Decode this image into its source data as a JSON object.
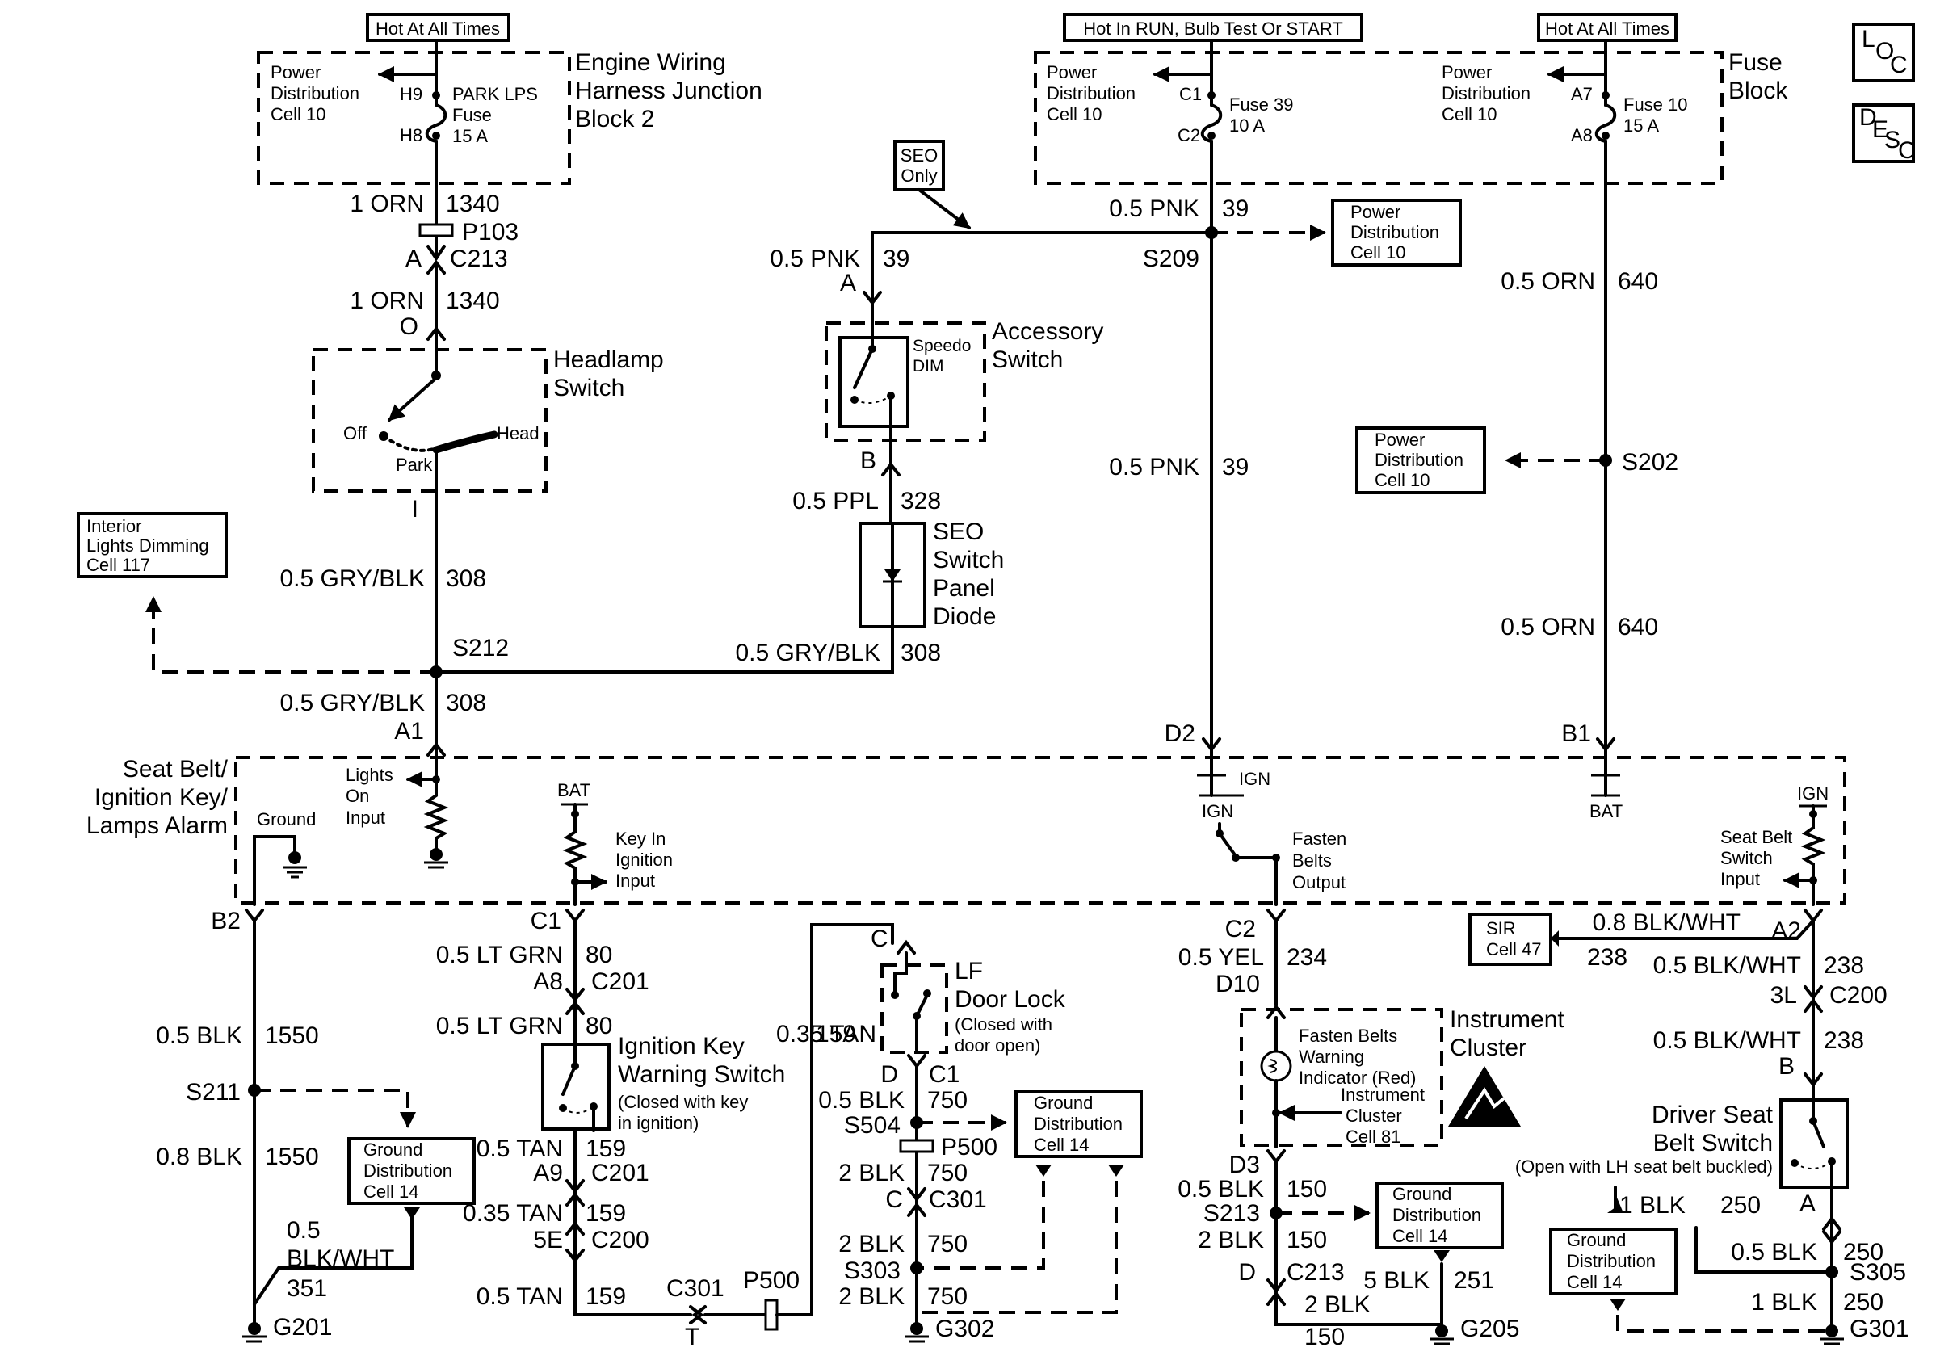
{
  "supply": {
    "hot1": "Hot At All Times",
    "hot2": "Hot In RUN, Bulb Test Or START",
    "hot3": "Hot At All Times"
  },
  "icons": {
    "loc": [
      "L",
      "O",
      "C"
    ],
    "desc": [
      "D",
      "E",
      "S",
      "C"
    ]
  },
  "blocks": {
    "ewhjb": [
      "Engine Wiring",
      "Harness Junction",
      "Block 2"
    ],
    "fuse_block": [
      "Fuse",
      "Block"
    ],
    "headlamp": [
      "Headlamp",
      "Switch"
    ],
    "accessory": [
      "Accessory",
      "Switch"
    ],
    "seo_diode": [
      "SEO",
      "Switch",
      "Panel",
      "Diode"
    ],
    "alarm": [
      "Seat Belt/",
      "Ignition Key/",
      "Lamps Alarm"
    ],
    "door_lock": [
      "LF",
      "Door Lock"
    ],
    "door_lock_note": [
      "(Closed with",
      "door open)"
    ],
    "ign_key_sw": [
      "Ignition Key",
      "Warning Switch"
    ],
    "ign_key_note": [
      "(Closed with key",
      "in ignition)"
    ],
    "cluster": [
      "Instrument",
      "Cluster"
    ],
    "driver_seat": [
      "Driver Seat",
      "Belt Switch"
    ],
    "driver_seat_note": "(Open with LH seat belt buckled)"
  },
  "refs": {
    "pdc_a": [
      "Power",
      "Distribution",
      "Cell 10"
    ],
    "pdc_b": [
      "Power",
      "Distribution",
      "Cell 10"
    ],
    "pdc_c": [
      "Power",
      "Distribution",
      "Cell 10"
    ],
    "pdc_d": [
      "Power",
      "Distribution",
      "Cell 10"
    ],
    "pdc_e": [
      "Power",
      "Distribution",
      "Cell 10"
    ],
    "interior": [
      "Interior",
      "Lights Dimming",
      "Cell 117"
    ],
    "sir": [
      "SIR",
      "Cell 47"
    ],
    "gd_a": [
      "Ground",
      "Distribution",
      "Cell 14"
    ],
    "gd_b": [
      "Ground",
      "Distribution",
      "Cell 14"
    ],
    "gd_c": [
      "Ground",
      "Distribution",
      "Cell 14"
    ],
    "gd_d": [
      "Ground",
      "Distribution",
      "Cell 14"
    ],
    "seo_only": [
      "SEO",
      "Only"
    ]
  },
  "fuses": {
    "f1_pins": [
      "H9",
      "H8"
    ],
    "f1_label": [
      "PARK LPS",
      "Fuse",
      "15 A"
    ],
    "f2_pins": [
      "C1",
      "C2"
    ],
    "f2_label": [
      "Fuse 39",
      "10 A"
    ],
    "f3_pins": [
      "A7",
      "A8"
    ],
    "f3_label": [
      "Fuse 10",
      "15 A"
    ]
  },
  "labels": {
    "speedo": [
      "Speedo",
      "DIM"
    ],
    "hl_off": "Off",
    "hl_head": "Head",
    "hl_park": "Park",
    "lights_on": [
      "Lights",
      "On",
      "Input"
    ],
    "ground": "Ground",
    "bat": "BAT",
    "key_in": [
      "Key In",
      "Ignition",
      "Input"
    ],
    "ign": "IGN",
    "fasten_out": [
      "Fasten",
      "Belts",
      "Output"
    ],
    "seat_in": [
      "Seat Belt",
      "Switch",
      "Input"
    ],
    "fasten_ind": [
      "Fasten Belts",
      "Warning",
      "Indicator (Red)"
    ],
    "ic81": [
      "Instrument",
      "Cluster",
      "Cell 81"
    ]
  },
  "wires": {
    "orn1340a": [
      "1 ORN",
      "1340"
    ],
    "p103": "P103",
    "c213a": [
      "A",
      "C213"
    ],
    "orn1340b": [
      "1 ORN",
      "1340"
    ],
    "hs_o": "O",
    "hs_i": "I",
    "gb308a": [
      "0.5 GRY/BLK",
      "308"
    ],
    "s212": "S212",
    "gb308b": [
      "0.5 GRY/BLK",
      "308"
    ],
    "gb308c": [
      "0.5 GRY/BLK",
      "308"
    ],
    "a1": "A1",
    "pnk39a": [
      "0.5 PNK",
      "39"
    ],
    "acc_a": "A",
    "acc_b": "B",
    "ppl328": [
      "0.5 PPL",
      "328"
    ],
    "pnk39b": [
      "0.5 PNK",
      "39"
    ],
    "s209": "S209",
    "pnk39c": [
      "0.5 PNK",
      "39"
    ],
    "d2": "D2",
    "orn640a": [
      "0.5 ORN",
      "640"
    ],
    "s202": "S202",
    "orn640b": [
      "0.5 ORN",
      "640"
    ],
    "b1": "B1",
    "b2": "B2",
    "blk1550a": [
      "0.5 BLK",
      "1550"
    ],
    "s211": "S211",
    "blk1550b": [
      "0.8 BLK",
      "1550"
    ],
    "bw351": [
      "0.5",
      "BLK/WHT",
      "351"
    ],
    "g201": "G201",
    "c1": "C1",
    "lg80a": [
      "0.5 LT GRN",
      "80"
    ],
    "a8c201": [
      "A8",
      "C201"
    ],
    "lg80b": [
      "0.5 LT GRN",
      "80"
    ],
    "tan159a": [
      "0.5 TAN",
      "159"
    ],
    "a9c201": [
      "A9",
      "C201"
    ],
    "tan159b": [
      "0.35 TAN",
      "159"
    ],
    "c200_5e": [
      "5E",
      "C200"
    ],
    "tan159c": [
      "0.5 TAN",
      "159"
    ],
    "c301t": [
      "C301",
      "T"
    ],
    "p500a": "P500",
    "c_top": "C",
    "tan159d": [
      "0.35 TAN",
      "159"
    ],
    "d_c1": [
      "D",
      "C1"
    ],
    "blk750a": [
      "0.5 BLK",
      "750"
    ],
    "s504": "S504",
    "p500b": "P500",
    "blk750b": [
      "2 BLK",
      "750"
    ],
    "c_c301": [
      "C",
      "C301"
    ],
    "blk750c": [
      "2 BLK",
      "750"
    ],
    "s303": "S303",
    "blk750d": [
      "2 BLK",
      "750"
    ],
    "g302": "G302",
    "c2": "C2",
    "yel234": [
      "0.5 YEL",
      "234"
    ],
    "d10": "D10",
    "d3": "D3",
    "blk150a": [
      "0.5 BLK",
      "150"
    ],
    "s213": "S213",
    "blk150b": [
      "2 BLK",
      "150"
    ],
    "d_c213": [
      "D",
      "C213"
    ],
    "blk251": [
      "5 BLK",
      "251"
    ],
    "blk150c": [
      "2 BLK",
      "150"
    ],
    "g205": "G205",
    "bw238a": [
      "0.8 BLK/WHT",
      "238"
    ],
    "a2": "A2",
    "bw238b": [
      "0.5 BLK/WHT",
      "238"
    ],
    "c200_3l": [
      "3L",
      "C200"
    ],
    "bw238c": [
      "0.5 BLK/WHT",
      "238"
    ],
    "seat_b": "B",
    "seat_a": "A",
    "blk250a": [
      "1 BLK",
      "250"
    ],
    "blk250b": [
      "0.5 BLK",
      "250"
    ],
    "s305": "S305",
    "blk250c": [
      "1 BLK",
      "250"
    ],
    "g301": "G301"
  }
}
